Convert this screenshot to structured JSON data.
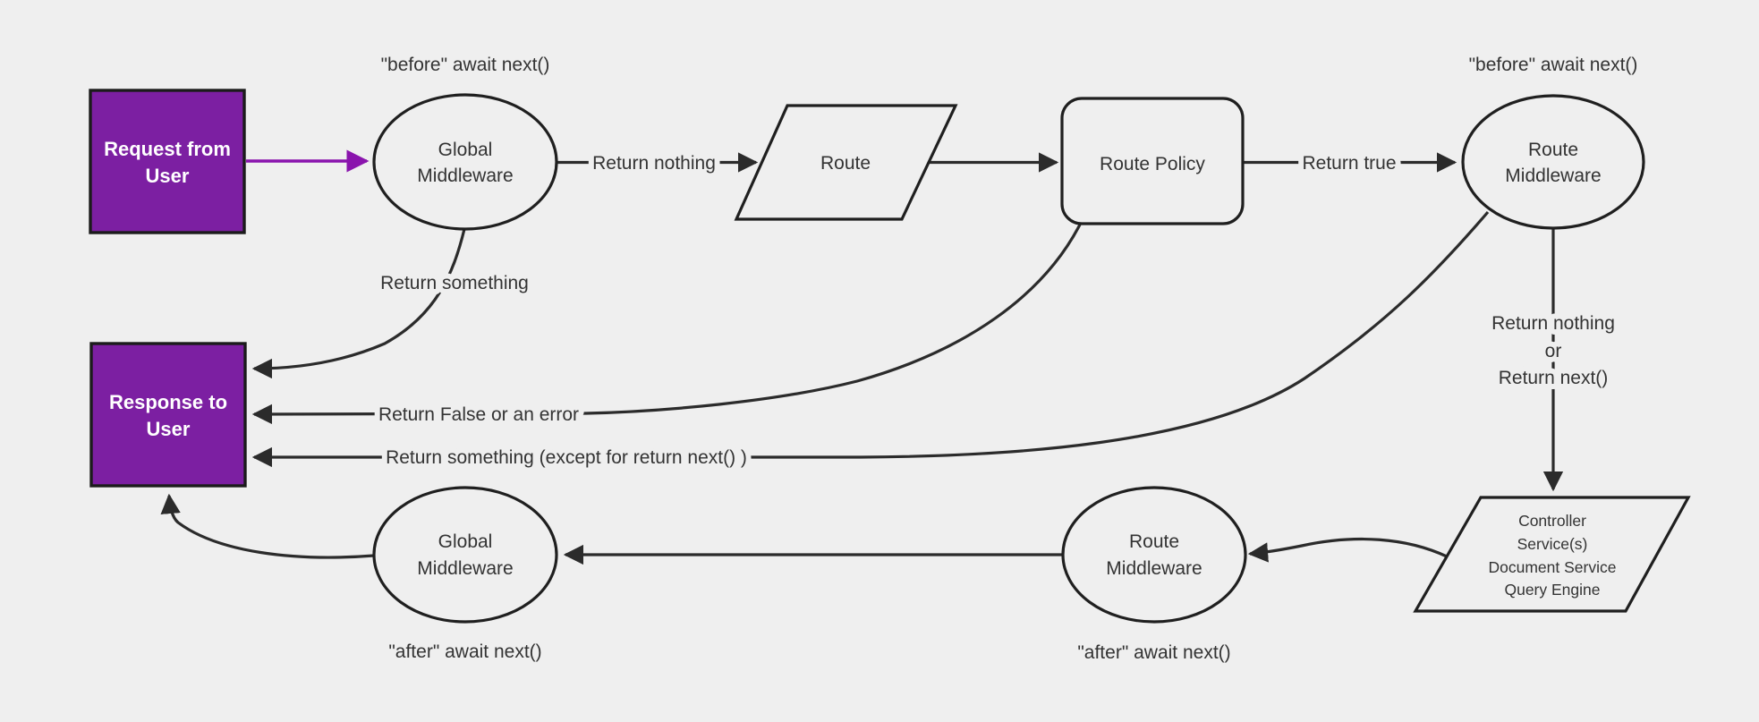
{
  "diagram": {
    "background": "#efefef",
    "colors": {
      "line": "#2b2b2b",
      "text": "#333333",
      "node_fill": "#efefef",
      "node_border": "#1f1f1f",
      "purple_fill": "#7c1fa2",
      "purple_border": "#1b1b1b",
      "purple_arrow": "#8a14ad",
      "white_text": "#ffffff"
    },
    "nodes": {
      "request": {
        "lines": [
          "Request from",
          "User"
        ]
      },
      "global_middleware_top": {
        "lines": [
          "Global",
          "Middleware"
        ]
      },
      "route": {
        "label": "Route"
      },
      "route_policy": {
        "label": "Route Policy"
      },
      "route_middleware_top": {
        "lines": [
          "Route",
          "Middleware"
        ]
      },
      "response": {
        "lines": [
          "Response to",
          "User"
        ]
      },
      "controller": {
        "lines": [
          "Controller",
          "Service(s)",
          "Document Service",
          "Query Engine"
        ]
      },
      "route_middleware_bottom": {
        "lines": [
          "Route",
          "Middleware"
        ]
      },
      "global_middleware_bottom": {
        "lines": [
          "Global",
          "Middleware"
        ]
      }
    },
    "labels": {
      "before_await_global": "\"before\" await next()",
      "before_await_route": "\"before\" await next()",
      "return_nothing": "Return nothing",
      "return_true": "Return true",
      "return_something": "Return something",
      "return_false_or_error": "Return False or an error",
      "return_something_except": "Return something (except for return next() )",
      "return_nothing_or": [
        "Return nothing",
        "or",
        "Return next()"
      ],
      "after_await_global": "\"after\" await next()",
      "after_await_route": "\"after\" await next()"
    }
  }
}
